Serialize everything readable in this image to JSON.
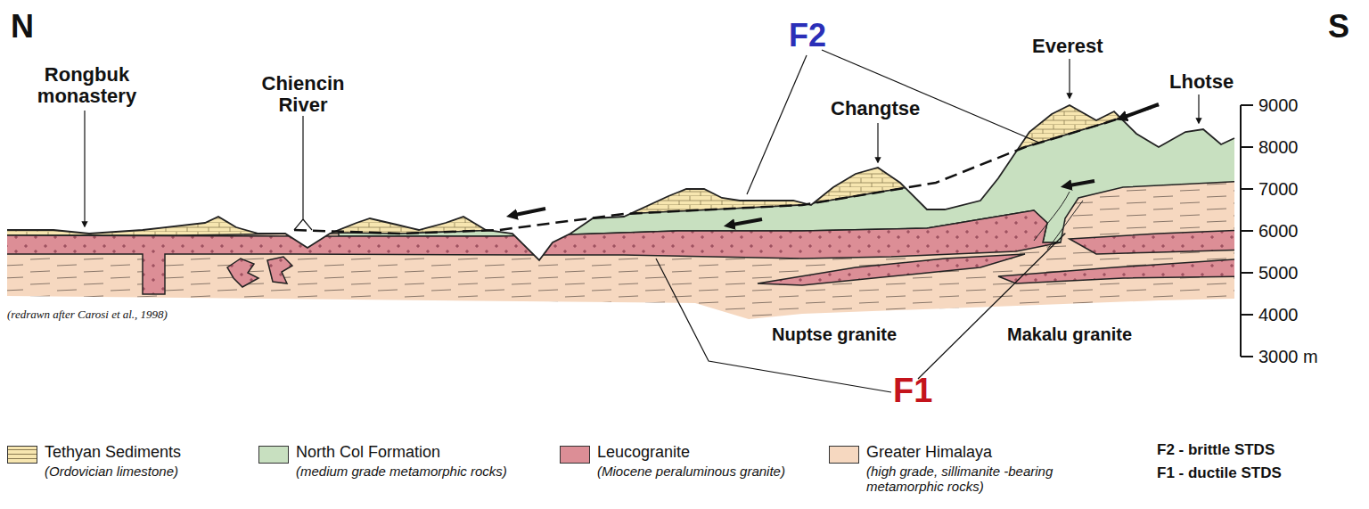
{
  "diagram": {
    "labels": [
      "N",
      "S",
      "F2",
      "Everest",
      "Lhotse",
      "Changtse",
      "Rongbuk monastery",
      "Chiencin River",
      "Nuptse granite",
      "Makalu granite",
      "F1",
      "(redrawn after Carosi et al., 1998)",
      "9000",
      "8000",
      "7000",
      "6000",
      "5000",
      "4000",
      "3000 m",
      "(Ordovician limestone)",
      "(medium grade metamorphic rocks)",
      "(Miocene peraluminous granite)",
      "(high grade, sillimanite -bearing metamorphic rocks)",
      "F2 - brittle STDS",
      "F1 - ductile STDS"
    ],
    "legend": [
      {
        "text": "Tethyan Sediments",
        "color": "#f7e6b0"
      },
      {
        "text": "North Col Formation",
        "color": "#c8e0c0"
      },
      {
        "text": "Leucogranite",
        "color": "#dc8e96"
      },
      {
        "text": "Greater Himalaya",
        "color": "#f6d8c0"
      }
    ]
  }
}
